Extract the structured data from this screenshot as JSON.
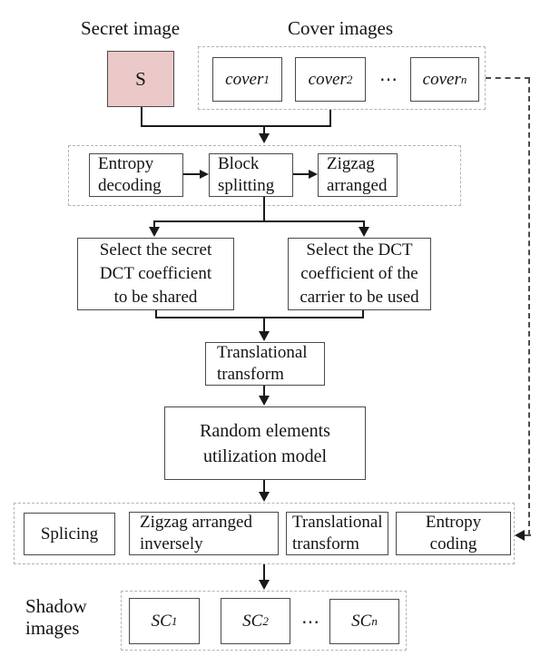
{
  "labels": {
    "secret_image": "Secret image",
    "cover_images": "Cover images",
    "shadow_images": "Shadow\nimages"
  },
  "nodes": {
    "secret_box": "S",
    "entropy_decoding": "Entropy\ndecoding",
    "block_splitting": "Block\nsplitting",
    "zigzag_arranged": "Zigzag\narranged",
    "select_secret": "Select the secret\nDCT coefficient\nto be shared",
    "select_carrier": "Select the DCT\ncoefficient of the\ncarrier to be used",
    "translational_transform": "Translational\ntransform",
    "random_elements": "Random elements\nutilization model",
    "splicing": "Splicing",
    "zigzag_inversely": "Zigzag arranged\ninversely",
    "translational_transform_2": "Translational\ntransform",
    "entropy_coding": "Entropy\ncoding"
  },
  "cover_images": {
    "items": [
      {
        "base": "cover",
        "sub": "1"
      },
      {
        "base": "cover",
        "sub": "2"
      },
      {
        "base": "cover",
        "sub": "n"
      }
    ],
    "ellipsis": "⋯"
  },
  "shadow_images": {
    "items": [
      {
        "base": "SC",
        "sub": "1"
      },
      {
        "base": "SC",
        "sub": "2"
      },
      {
        "base": "SC",
        "sub": "n"
      }
    ],
    "ellipsis": "⋯"
  },
  "colors": {
    "secret_box_fill": "#ecc9c9",
    "box_border": "#4a4a4a",
    "dashed_container_border": "#b3b3b3",
    "connector_line": "#1a1a1a",
    "feedback_dashed_line": "#4d4d4d"
  }
}
